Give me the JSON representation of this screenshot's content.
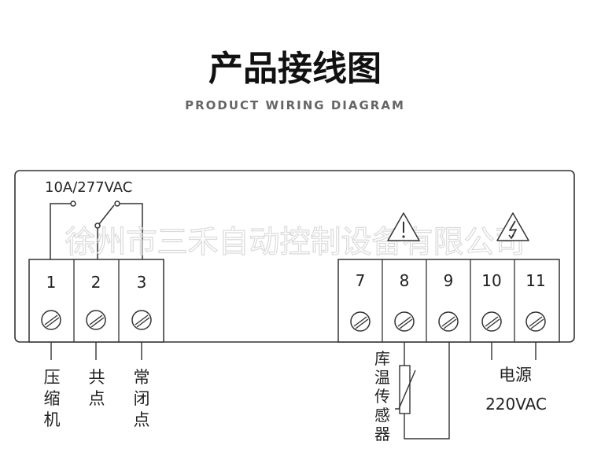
{
  "header": {
    "title": "产品接线图",
    "subtitle": "PRODUCT WIRING DIAGRAM"
  },
  "watermark": "徐州市三禾自动控制设备有限公司",
  "relay_rating": "10A/277VAC",
  "terminals": [
    {
      "number": "1"
    },
    {
      "number": "2"
    },
    {
      "number": "3"
    },
    {
      "number": "7"
    },
    {
      "number": "8"
    },
    {
      "number": "9"
    },
    {
      "number": "10"
    },
    {
      "number": "11"
    }
  ],
  "labels": {
    "compressor": [
      "压",
      "缩",
      "机"
    ],
    "common": [
      "共",
      "点"
    ],
    "normally_closed": [
      "常",
      "闭",
      "点"
    ],
    "sensor": [
      "库",
      "温",
      "传",
      "感",
      "器"
    ],
    "power": "电源",
    "voltage": "220VAC"
  },
  "icons": [
    "caution-triangle-icon",
    "high-voltage-triangle-icon",
    "screw-terminal-icon",
    "thermistor-symbol-icon"
  ],
  "colors": {
    "title": "#111111",
    "subtitle": "#666666",
    "line": "#333333",
    "watermark": "#d8d8d8"
  }
}
